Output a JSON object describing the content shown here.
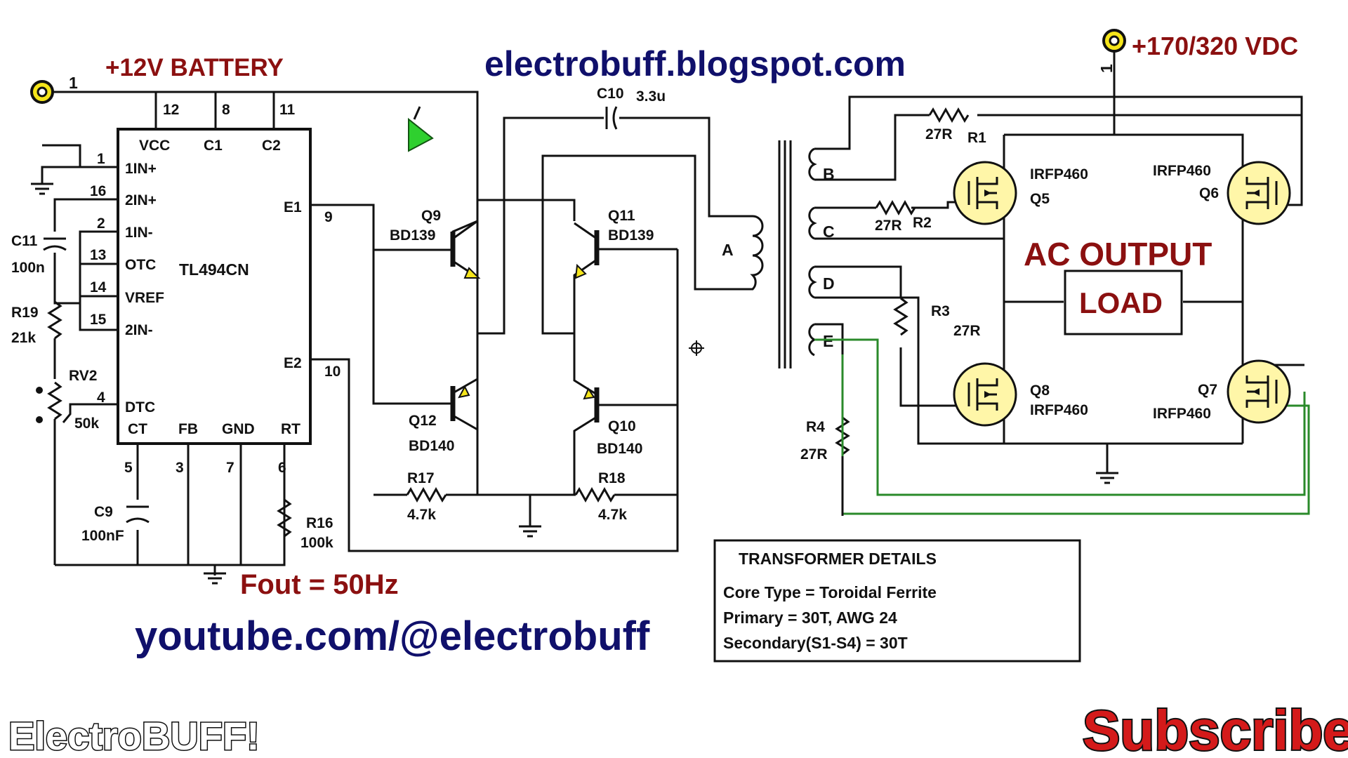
{
  "top": {
    "battery_label": "+12V  BATTERY",
    "battery_pin": "1",
    "hv_label": "+170/320 VDC",
    "hv_pin": "1",
    "blog": "electrobuff.blogspot.com"
  },
  "ic": {
    "name": "TL494CN",
    "top_pins": [
      {
        "num": "12",
        "name": "VCC"
      },
      {
        "num": "8",
        "name": "C1"
      },
      {
        "num": "11",
        "name": "C2"
      }
    ],
    "left_pins": [
      {
        "num": "1",
        "name": "1IN+"
      },
      {
        "num": "16",
        "name": "2IN+"
      },
      {
        "num": "2",
        "name": "1IN-"
      },
      {
        "num": "13",
        "name": "OTC"
      },
      {
        "num": "14",
        "name": "VREF"
      },
      {
        "num": "15",
        "name": "2IN-"
      },
      {
        "num": "4",
        "name": "DTC"
      }
    ],
    "right_pins": [
      {
        "num": "9",
        "name": "E1"
      },
      {
        "num": "10",
        "name": "E2"
      }
    ],
    "bottom_pins": [
      {
        "num": "5",
        "name": "CT"
      },
      {
        "num": "3",
        "name": "FB"
      },
      {
        "num": "7",
        "name": "GND"
      },
      {
        "num": "6",
        "name": "RT"
      }
    ]
  },
  "components": {
    "c11": {
      "ref": "C11",
      "value": "100n"
    },
    "r19": {
      "ref": "R19",
      "value": "21k"
    },
    "rv2": {
      "ref": "RV2",
      "value": "50k"
    },
    "c9": {
      "ref": "C9",
      "value": "100nF"
    },
    "r16": {
      "ref": "R16",
      "value": "100k"
    },
    "c10": {
      "ref": "C10",
      "value": "3.3u"
    },
    "q9": {
      "ref": "Q9",
      "type": "BD139"
    },
    "q11": {
      "ref": "Q11",
      "type": "BD139"
    },
    "q12": {
      "ref": "Q12",
      "type": "BD140"
    },
    "q10": {
      "ref": "Q10",
      "type": "BD140"
    },
    "r17": {
      "ref": "R17",
      "value": "4.7k"
    },
    "r18": {
      "ref": "R18",
      "value": "4.7k"
    },
    "r1": {
      "ref": "R1",
      "value": "27R"
    },
    "r2": {
      "ref": "R2",
      "value": "27R"
    },
    "r3": {
      "ref": "R3",
      "value": "27R"
    },
    "r4": {
      "ref": "R4",
      "value": "27R"
    },
    "q5": {
      "ref": "Q5",
      "type": "IRFP460"
    },
    "q6": {
      "ref": "Q6",
      "type": "IRFP460"
    },
    "q7": {
      "ref": "Q7",
      "type": "IRFP460"
    },
    "q8": {
      "ref": "Q8",
      "type": "IRFP460"
    }
  },
  "transformer": {
    "primary": "A",
    "secondaries": [
      "B",
      "C",
      "D",
      "E"
    ]
  },
  "output": {
    "title": "AC OUTPUT",
    "load": "LOAD"
  },
  "fout": "Fout = 50Hz",
  "youtube": "youtube.com/@electrobuff",
  "details": {
    "title": "TRANSFORMER DETAILS",
    "lines": [
      "Core Type = Toroidal Ferrite",
      "Primary = 30T, AWG 24",
      "Secondary(S1-S4) = 30T"
    ]
  },
  "brand": "ElectroBUFF!",
  "subscribe": "Subscribe",
  "colors": {
    "title_red": "#8b1010",
    "link_blue": "#10106b",
    "mosfet_fill": "#fff6a8",
    "gate_wire_green": "#2a8a2a",
    "subscribe_red": "#d41a1a"
  }
}
